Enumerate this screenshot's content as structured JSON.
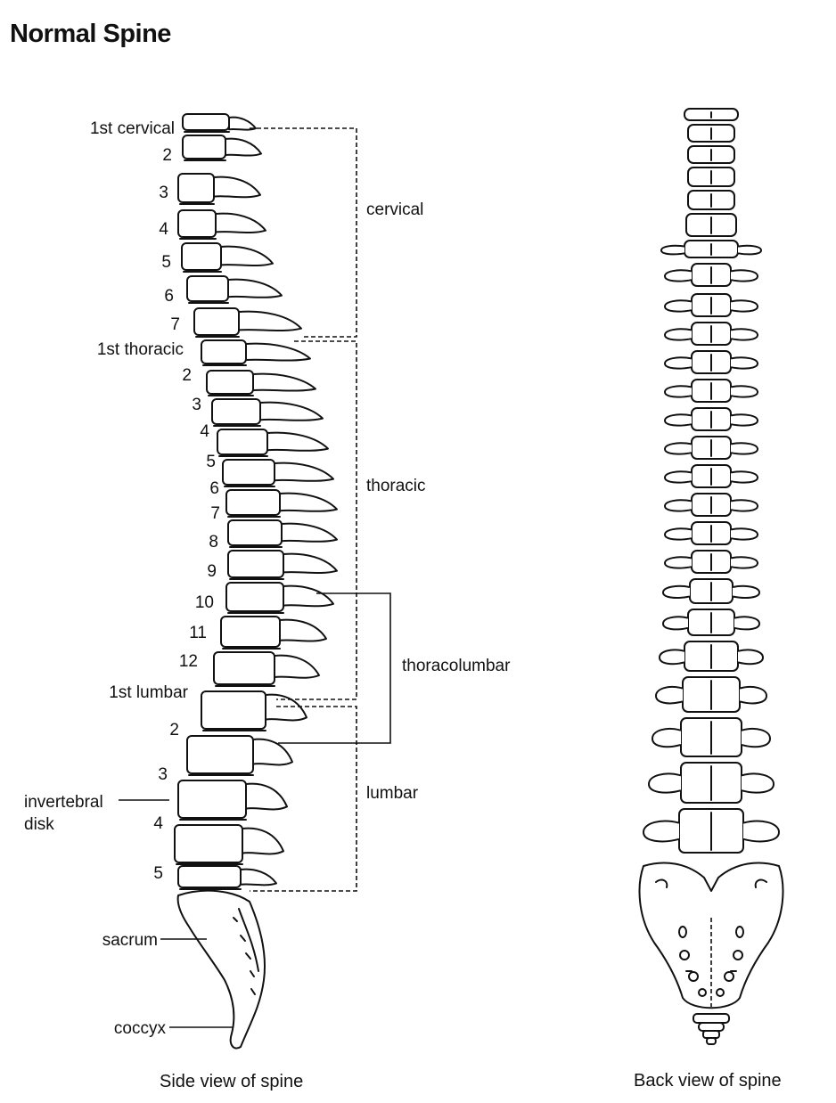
{
  "title": "Normal Spine",
  "side_view": {
    "caption": "Side view of spine",
    "vertebra_labels": [
      {
        "id": "c1",
        "text": "1st cervical"
      },
      {
        "id": "c2",
        "text": "2"
      },
      {
        "id": "c3",
        "text": "3"
      },
      {
        "id": "c4",
        "text": "4"
      },
      {
        "id": "c5",
        "text": "5"
      },
      {
        "id": "c6",
        "text": "6"
      },
      {
        "id": "c7",
        "text": "7"
      },
      {
        "id": "t1",
        "text": "1st thoracic"
      },
      {
        "id": "t2",
        "text": "2"
      },
      {
        "id": "t3",
        "text": "3"
      },
      {
        "id": "t4",
        "text": "4"
      },
      {
        "id": "t5",
        "text": "5"
      },
      {
        "id": "t6",
        "text": "6"
      },
      {
        "id": "t7",
        "text": "7"
      },
      {
        "id": "t8",
        "text": "8"
      },
      {
        "id": "t9",
        "text": "9"
      },
      {
        "id": "t10",
        "text": "10"
      },
      {
        "id": "t11",
        "text": "11"
      },
      {
        "id": "t12",
        "text": "12"
      },
      {
        "id": "l1",
        "text": "1st lumbar"
      },
      {
        "id": "l2",
        "text": "2"
      },
      {
        "id": "l3",
        "text": "3"
      },
      {
        "id": "l4",
        "text": "4"
      },
      {
        "id": "l5",
        "text": "5"
      }
    ],
    "disk_label_line1": "invertebral",
    "disk_label_line2": "disk",
    "sacrum_label": "sacrum",
    "coccyx_label": "coccyx",
    "regions": {
      "cervical": "cervical",
      "thoracic": "thoracic",
      "thoracolumbar": "thoracolumbar",
      "lumbar": "lumbar"
    }
  },
  "back_view": {
    "caption": "Back view of spine"
  }
}
